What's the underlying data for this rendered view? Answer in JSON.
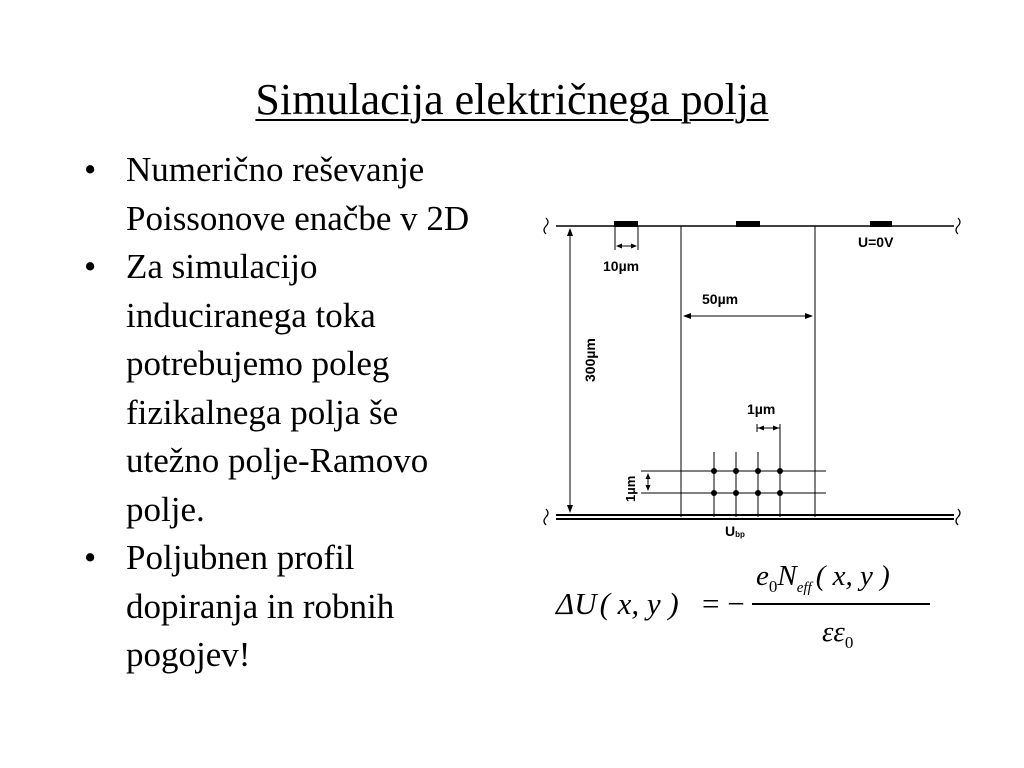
{
  "slide": {
    "title": "Simulacija električnega polja",
    "bullet_marker": "•",
    "bullets": [
      {
        "lines": [
          "Numerično reševanje",
          "Poissonove enačbe v 2D"
        ]
      },
      {
        "lines": [
          "Za simulacijo",
          "induciranega toka",
          "potrebujemo poleg",
          "fizikalnega polja še",
          "utežno polje-Ramovo",
          "polje."
        ]
      },
      {
        "lines": [
          "Poljubnen profil",
          "dopiranja in robnih",
          "pogojev!"
        ]
      }
    ]
  },
  "figure": {
    "labels": {
      "strip_width": "10µm",
      "pitch": "50µm",
      "thickness": "300µm",
      "mesh_step_x": "1µm",
      "mesh_step_y": "1µm",
      "top_potential": "U=0V",
      "back_potential_main": "U",
      "back_potential_sub": "bp"
    }
  },
  "equation": {
    "lhs": "ΔU",
    "lhs_args": "( x, y )",
    "equals": "= −",
    "num_e": "e",
    "num_e_sub": "0",
    "num_N": "N",
    "num_N_sub": "eff",
    "num_args": "( x, y )",
    "den": "εε",
    "den_sub": "0"
  }
}
